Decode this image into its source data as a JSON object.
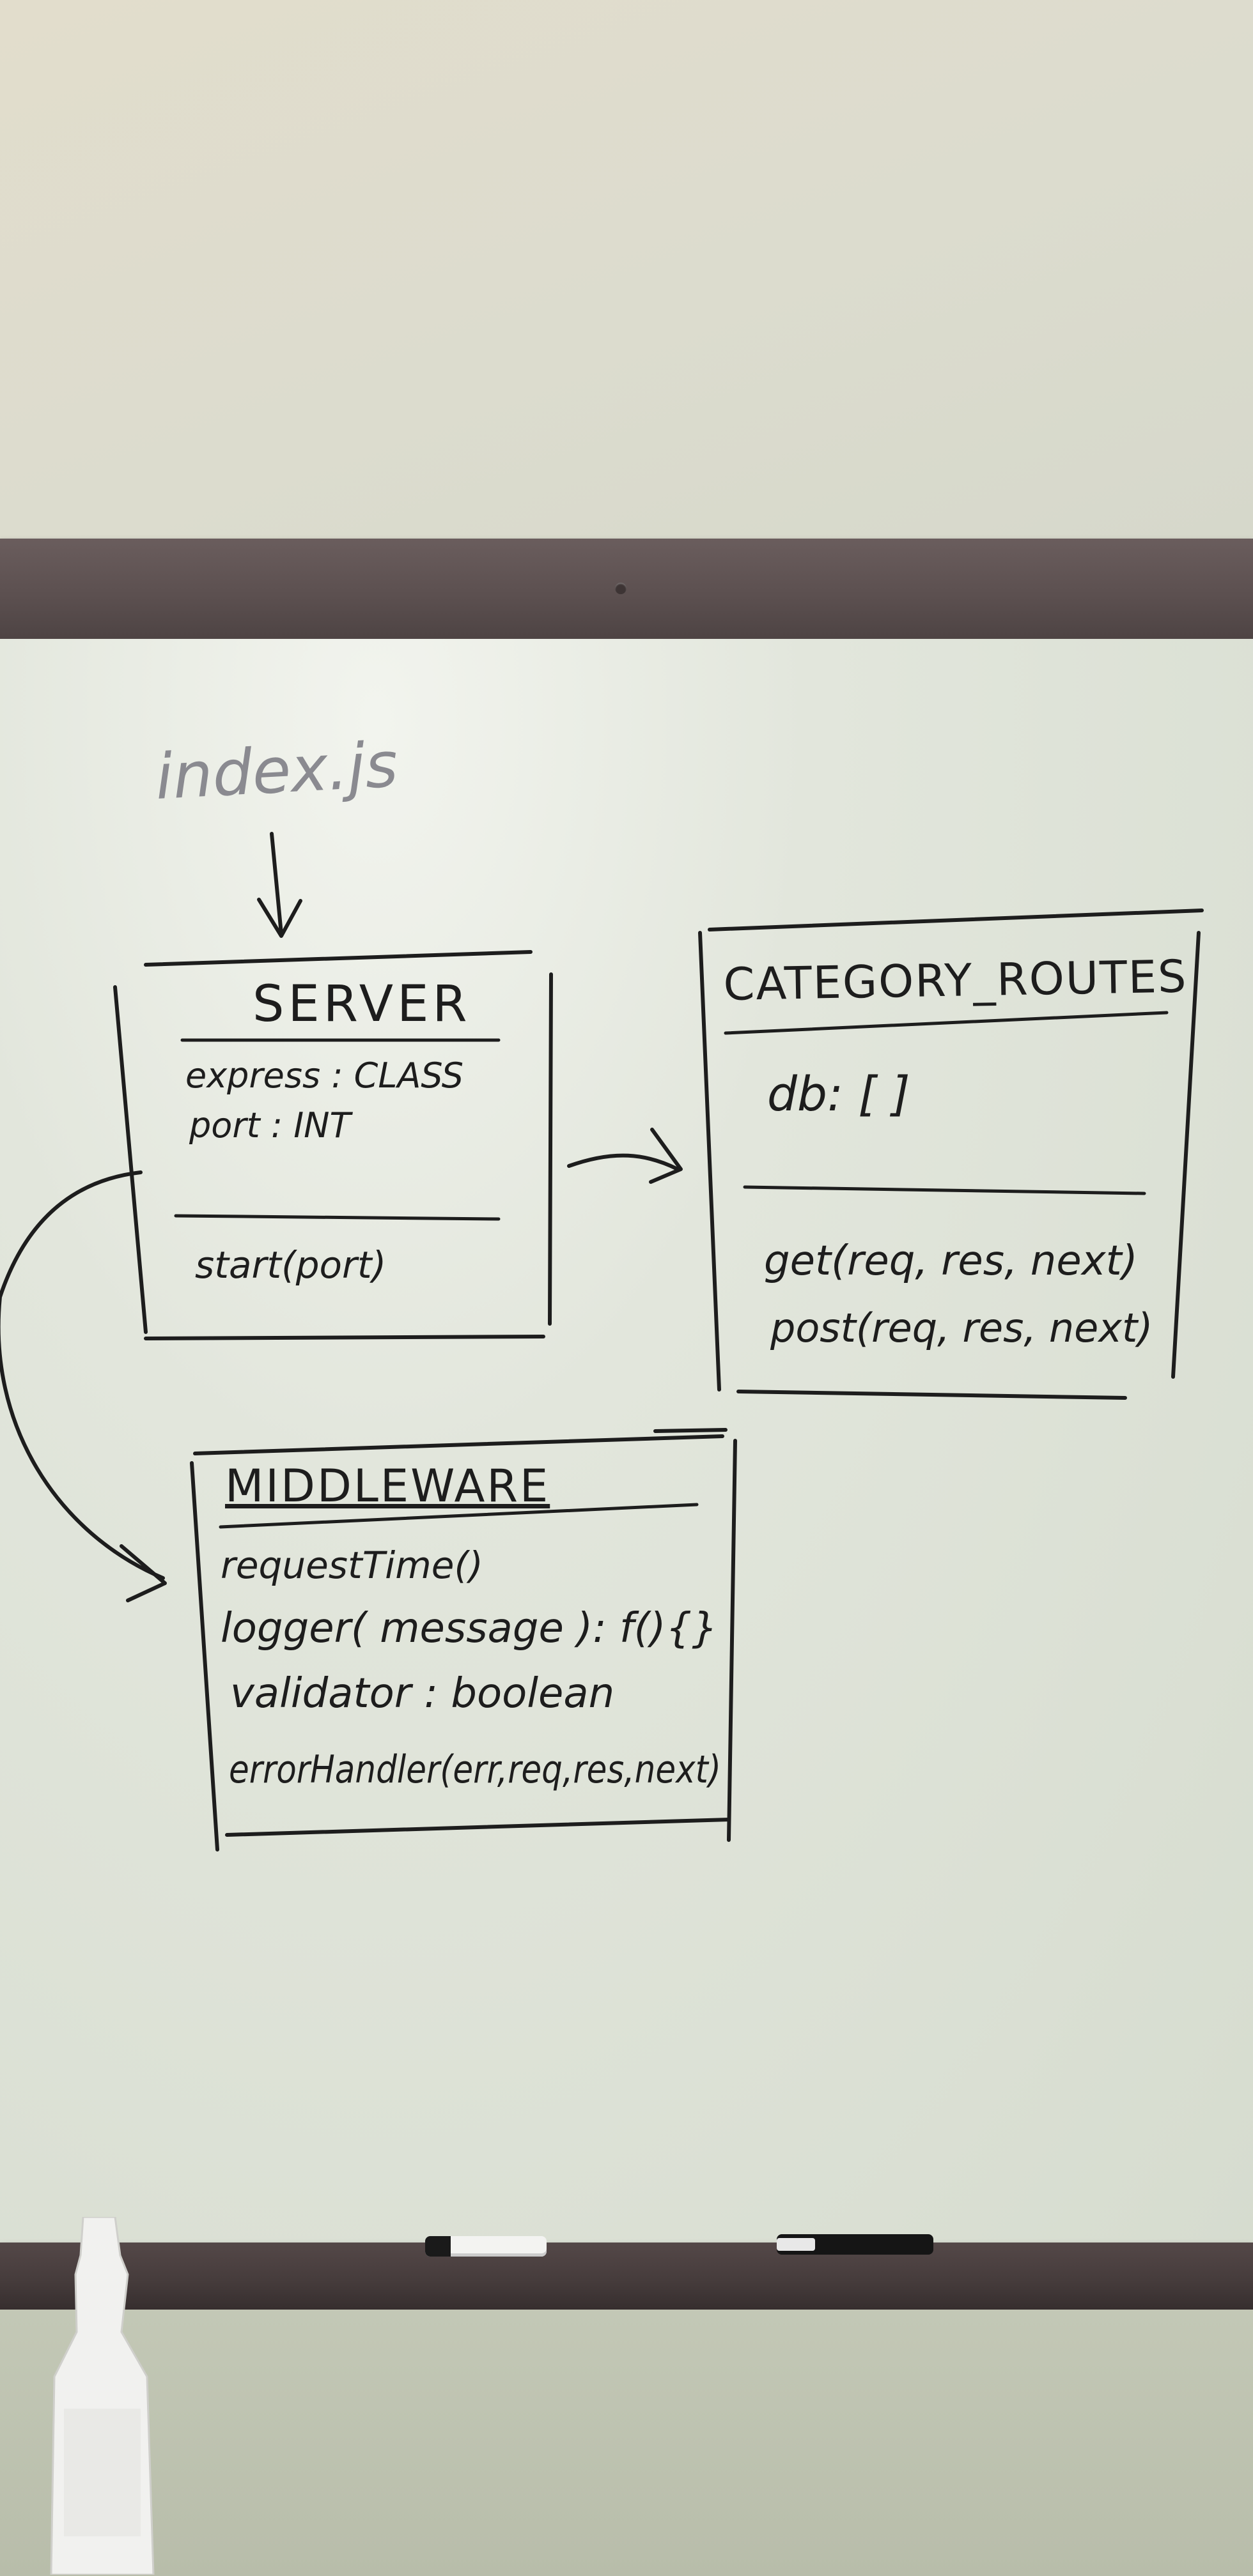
{
  "file_label": "index.js",
  "server": {
    "title": "SERVER",
    "properties": [
      "express : CLASS",
      "port : INT"
    ],
    "methods": [
      "start(port)"
    ]
  },
  "category_routes": {
    "title": "CATEGORY_ROUTES",
    "properties": [
      "db: [ ]"
    ],
    "methods": [
      "get(req, res, next)",
      "post(req, res, next)"
    ]
  },
  "middleware": {
    "title": "MIDDLEWARE",
    "methods": [
      "requestTime()",
      "logger( message ): f(){}",
      "validator : boolean",
      "errorHandler(err,req,res,next)"
    ]
  },
  "colors": {
    "ink": "#1d1d1d",
    "faint_ink": "#8a8a90",
    "board": "#dfe3d9",
    "rail": "#5c5050"
  }
}
